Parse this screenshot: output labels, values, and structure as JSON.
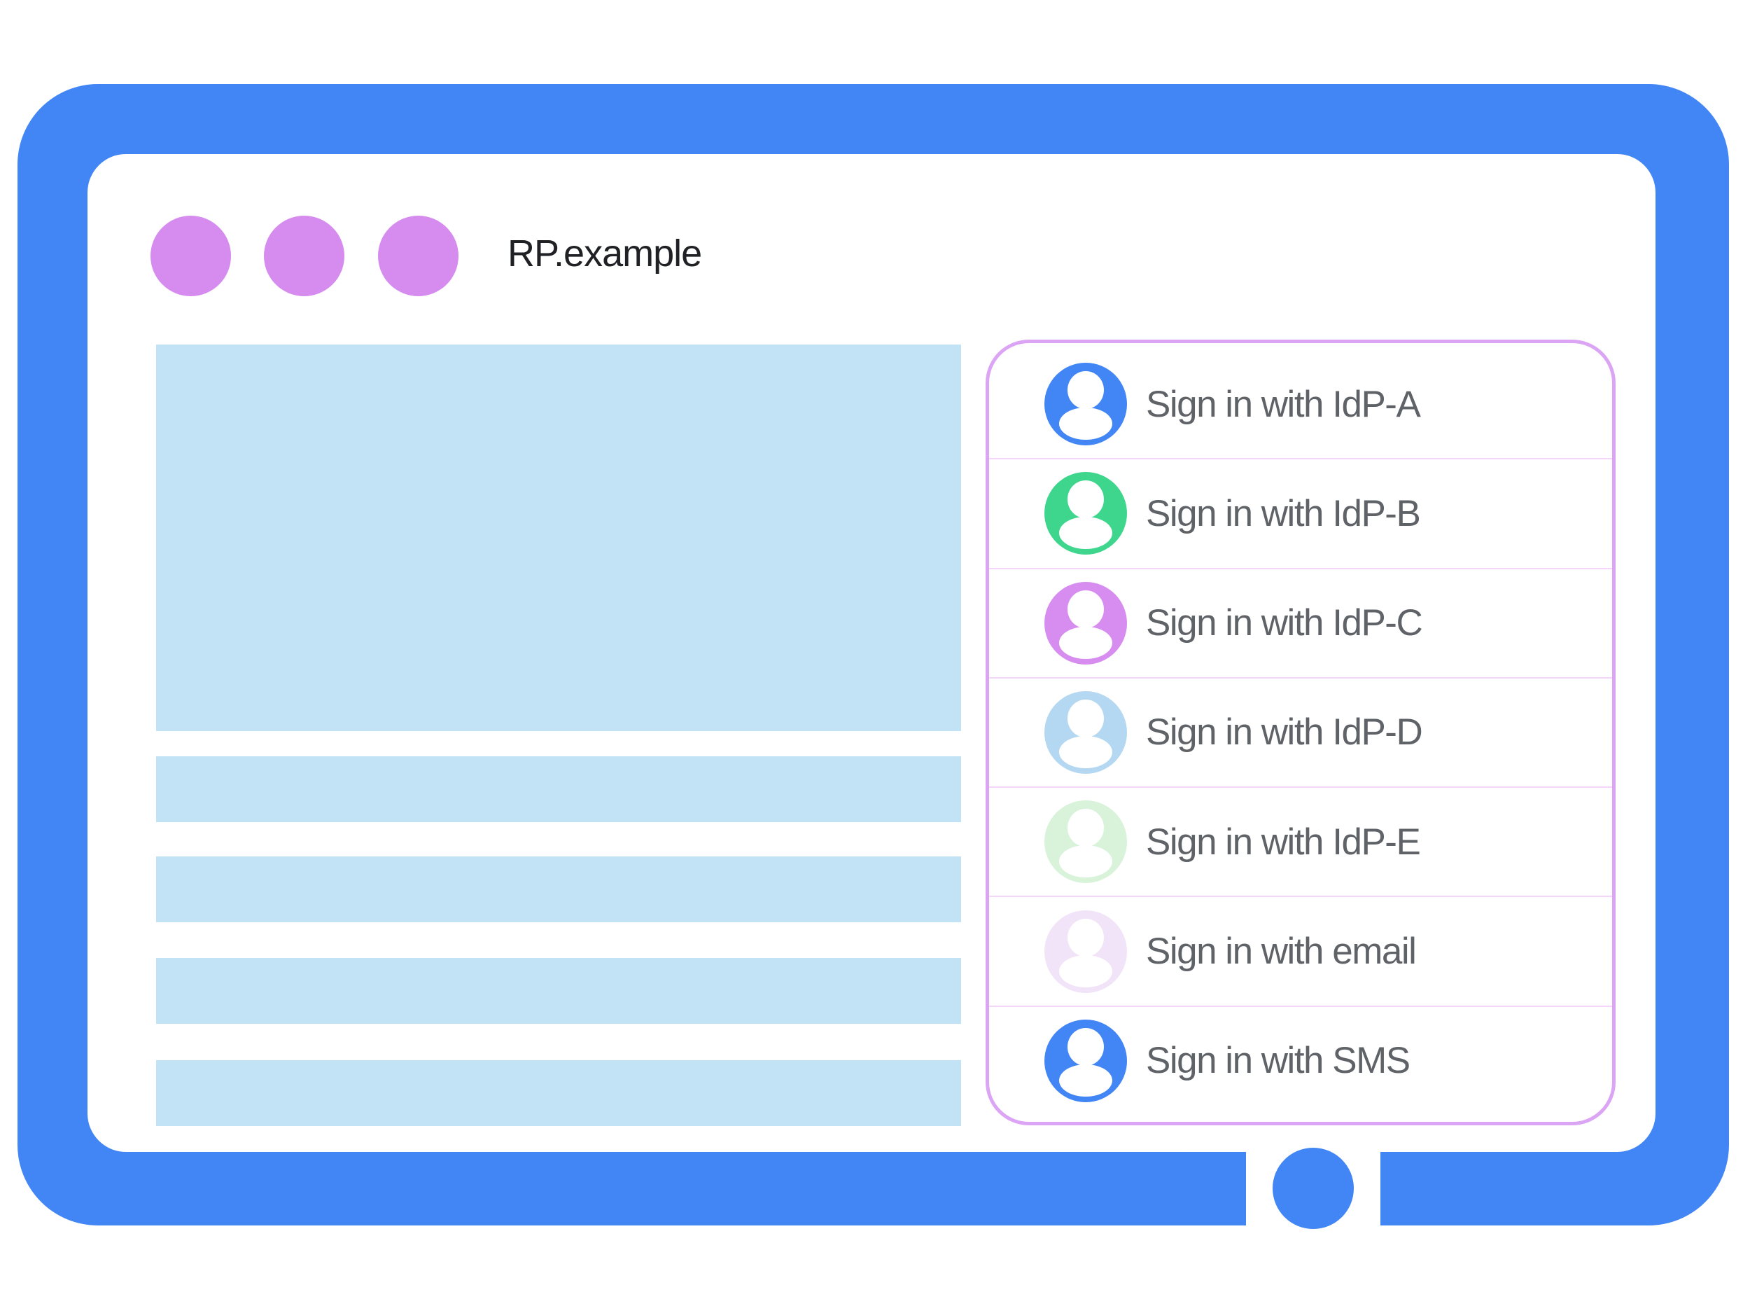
{
  "colors": {
    "frame_blue": "#4285F4",
    "window_dot_purple": "#D68BEF",
    "panel_border_purple": "#DBA4F4",
    "row_separator_purple": "#F3D6F9",
    "content_placeholder_blue": "#C2E2F5",
    "label_gray": "#5F6368",
    "title_black": "#202124",
    "page_background": "#FFFFFF"
  },
  "window": {
    "title": "RP.example",
    "control_dot_count": 3
  },
  "signin": {
    "options": [
      {
        "id": "idp-a",
        "label": "Sign in with IdP-A",
        "avatar_color": "#4285F4"
      },
      {
        "id": "idp-b",
        "label": "Sign in with IdP-B",
        "avatar_color": "#3DD68C"
      },
      {
        "id": "idp-c",
        "label": "Sign in with IdP-C",
        "avatar_color": "#D78CF0"
      },
      {
        "id": "idp-d",
        "label": "Sign in with IdP-D",
        "avatar_color": "#B5D8F2"
      },
      {
        "id": "idp-e",
        "label": "Sign in with IdP-E",
        "avatar_color": "#D8F3DA"
      },
      {
        "id": "email",
        "label": "Sign in with email",
        "avatar_color": "#F1E4F8"
      },
      {
        "id": "sms",
        "label": "Sign in with SMS",
        "avatar_color": "#4285F4"
      }
    ]
  }
}
